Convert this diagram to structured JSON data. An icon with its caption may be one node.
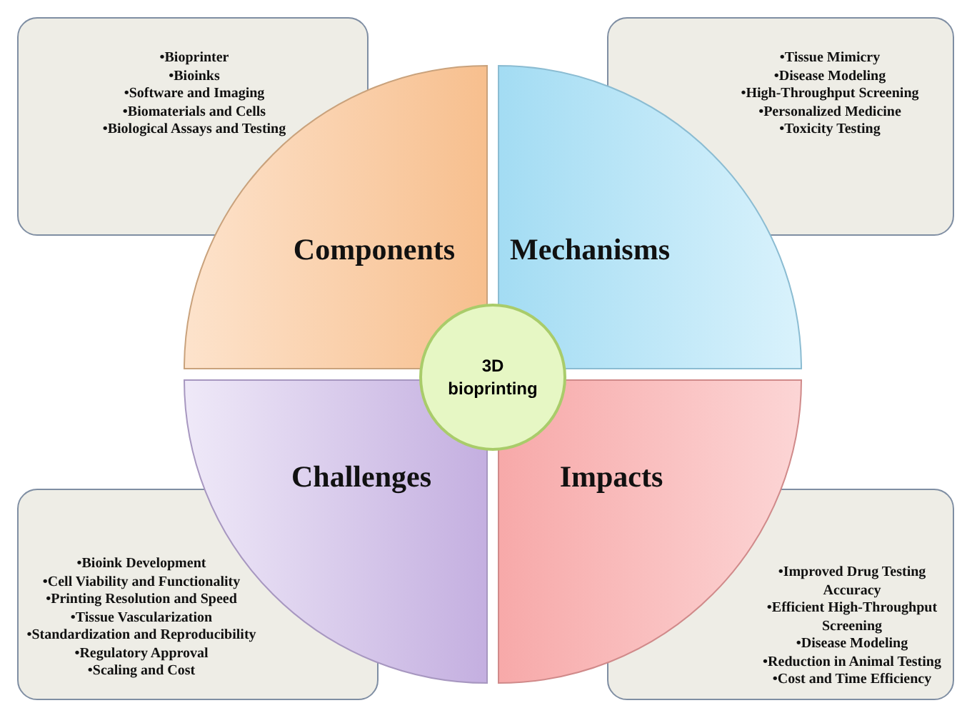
{
  "diagram": {
    "nodes": [
      {
        "text": [
          "•Bioprinter",
          "•Bioinks",
          "•Software and Imaging",
          "•Biomaterials and Cells",
          "•Biological Assays and Testing"
        ]
      },
      {
        "text": [
          "•Tissue Mimicry",
          "•Disease Modeling",
          "•High-Throughput Screening",
          "•Personalized Medicine",
          "•Toxicity Testing"
        ]
      },
      {
        "text": [
          "Components"
        ]
      },
      {
        "text": [
          "Mechanisms"
        ]
      },
      {
        "text": [
          "3D bioprinting"
        ]
      },
      {
        "text": [
          "Challenges"
        ]
      },
      {
        "text": [
          "Impacts"
        ]
      },
      {
        "text": [
          "•Bioink Development",
          "•Cell Viability  and Functionality",
          "•Printing Resolution and Speed",
          "•Tissue Vascularization",
          "•Standardization and Reproducibility",
          "•Regulatory Approval",
          "•Scaling and Cost"
        ]
      },
      {
        "text": [
          "•Improved Drug Testing Accuracy",
          "•Efficient High-Throughput Screening",
          "•Disease Modeling",
          "•Reduction in Animal Testing",
          "•Cost and Time Efficiency"
        ]
      }
    ],
    "edges": []
  }
}
